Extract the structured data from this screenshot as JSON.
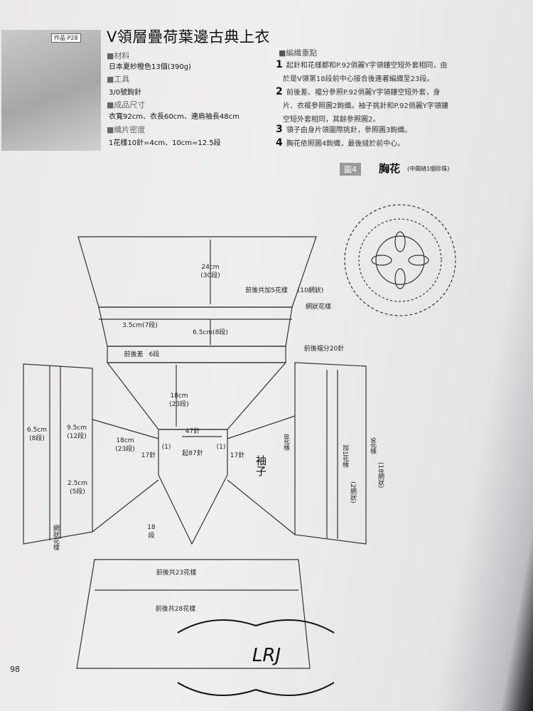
{
  "header": {
    "title": "V領層疊荷葉邊古典上衣",
    "work_no": "作品 P28"
  },
  "materials": {
    "materials_label": "■材料",
    "yarn": "日本夏紗橙色13個(390g)",
    "tools_label": "■工具",
    "hook": "3/0號鉤針",
    "size_label": "■成品尺寸",
    "size": "衣寬92cm、衣長60cm、連肩袖長48cm",
    "gauge_label": "■織片密度",
    "gauge": "1花樣10針=4cm、10cm=12.5段"
  },
  "instructions": {
    "heading": "■編織重點",
    "steps": [
      {
        "num": "1",
        "lines": [
          "起針和花樣都和P.92俏麗Y字領鏤空短外套相同，由",
          "於是V領第18段前中心接合後連著編織至23段。"
        ]
      },
      {
        "num": "2",
        "lines": [
          "前後差、襠分參照P.92俏麗Y字領鏤空短外套，身",
          "片、衣襬參照圖2鉤織。袖子挑針和P.92俏麗Y字領鏤",
          "空短外套相同，其餘參照圖2。"
        ]
      },
      {
        "num": "3",
        "lines": [
          "領子由身片領圍際挑針，參照圖3鉤織。"
        ]
      },
      {
        "num": "4",
        "lines": [
          "胸花依照圖4鉤織，最後縫於前中心。"
        ]
      }
    ]
  },
  "figure4": {
    "tag": "圖4",
    "title": "胸花",
    "note": "(中間縫1個珍珠)"
  },
  "schematic": {
    "top_height": "24cm",
    "top_rows": "(30段)",
    "front_back_5": "前後共加5花樣",
    "net_count": "(10網狀)",
    "net_pattern": "網狀花樣",
    "band_width": "3.5cm(7段)",
    "band2": "6.5cm(8段)",
    "front_back_diff": "前後差",
    "six_rows": "6段",
    "gusset": "前後襠分20針",
    "armhole_cm": "18cm",
    "armhole_rows": "(23段)",
    "left_armhole_cm": "18cm",
    "left_armhole_rows": "(23段)",
    "st47": "47針",
    "start87": "起87針",
    "st17_left": "17針",
    "st17_right": "17針",
    "one": "(1)",
    "rows18_a": "18",
    "rows18_b": "段",
    "sleeve_label": "袖子",
    "cuff_cm": "6.5cm",
    "cuff_rows": "(8段)",
    "sl_cm": "9.5cm",
    "sl_rows": "(12段)",
    "edge_cm": "2.5cm",
    "edge_rows": "(5段)",
    "sleeve_net": "網狀花樣",
    "rs_8": "8花樣",
    "rs_add": "加1花樣",
    "rs_add2": "(2網狀)",
    "rs_9": "9花樣",
    "rs_9b": "(18網狀)",
    "hem23": "前後共23花樣",
    "hem28": "前後共28花樣"
  },
  "footer": {
    "page_number": "98",
    "watermark": "LRJ"
  }
}
